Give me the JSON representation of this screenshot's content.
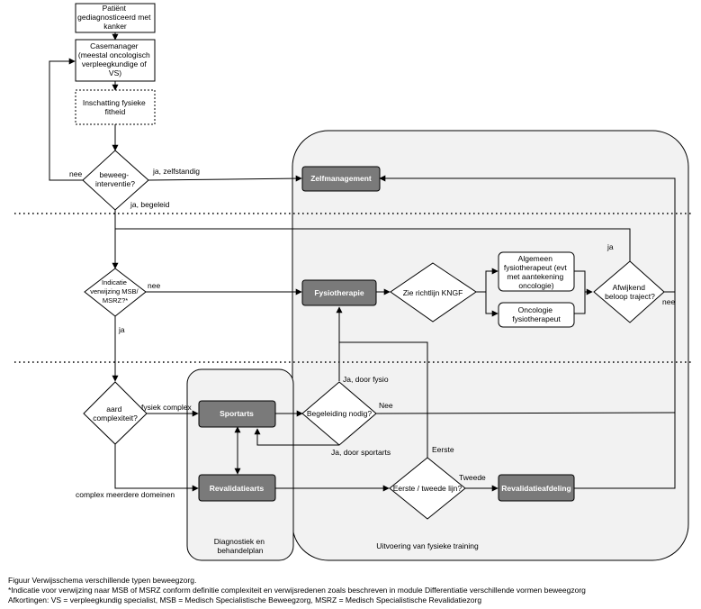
{
  "nodes": {
    "patient": [
      "Patiënt",
      "gediagnosticeerd met",
      "kanker"
    ],
    "casemanager": [
      "Casemanager",
      "(meestal oncologisch",
      "verpleegkundige of",
      "VS)"
    ],
    "inschatting": [
      "Inschatting fysieke",
      "fitheid"
    ],
    "beweeg": [
      "beweeg-",
      "interventie?"
    ],
    "zelfmanagement": [
      "Zelfmanagement"
    ],
    "indicatie": [
      "Indicatie",
      "verwijzing MSB/",
      "MSRZ?*"
    ],
    "fysiotherapie": [
      "Fysiotherapie"
    ],
    "richtlijn": [
      "Zie richtlijn KNGF"
    ],
    "algemeen": [
      "Algemeen",
      "fysiotherapeut (evt",
      "met aantekening",
      "oncologie)"
    ],
    "oncologie": [
      "Oncologie",
      "fysiotherapeut"
    ],
    "afwijkend": [
      "Afwijkend",
      "beloop traject?"
    ],
    "aard": [
      "aard",
      "complexiteit?"
    ],
    "sportarts": [
      "Sportarts"
    ],
    "begeleiding": [
      "Begeleiding nodig?"
    ],
    "revalidatiearts": [
      "Revalidatiearts"
    ],
    "eerste": [
      "Eerste / tweede lijn?"
    ],
    "revalidatieafdeling": [
      "Revalidatieafdeling"
    ]
  },
  "edge_labels": {
    "nee_1": "nee",
    "ja_zelfstandig": "ja, zelfstandig",
    "ja_begeleid": "ja, begeleid",
    "nee_2": "nee",
    "ja_1": "ja",
    "ja_2": "ja",
    "nee_3": "nee",
    "fysiek_complex": "fysiek complex",
    "complex_meerdere": "complex meerdere domeinen",
    "ja_door_fysio": "Ja, door fysio",
    "nee_4": "Nee",
    "ja_door_sportarts": "Ja, door sportarts",
    "eerste": "Eerste",
    "tweede": "Tweede"
  },
  "regions": {
    "diagnostiek": [
      "Diagnostiek en",
      "behandelplan"
    ],
    "uitvoering": [
      "Uitvoering van fysieke training"
    ]
  },
  "colors": {
    "dark_node": "#7a7a7a",
    "region_fill": "#f2f2f2"
  },
  "caption": {
    "line1": "Figuur Verwijsschema verschillende typen beweegzorg.",
    "line2": "*Indicatie voor verwijzing naar MSB of MSRZ conform definitie complexiteit en verwijsredenen zoals beschreven in module Differentiatie verschillende vormen beweegzorg",
    "line3": "Afkortingen: VS = verpleegkundig specialist, MSB = Medisch Specialistische Beweegzorg, MSRZ = Medisch Specialistische Revalidatiezorg"
  }
}
